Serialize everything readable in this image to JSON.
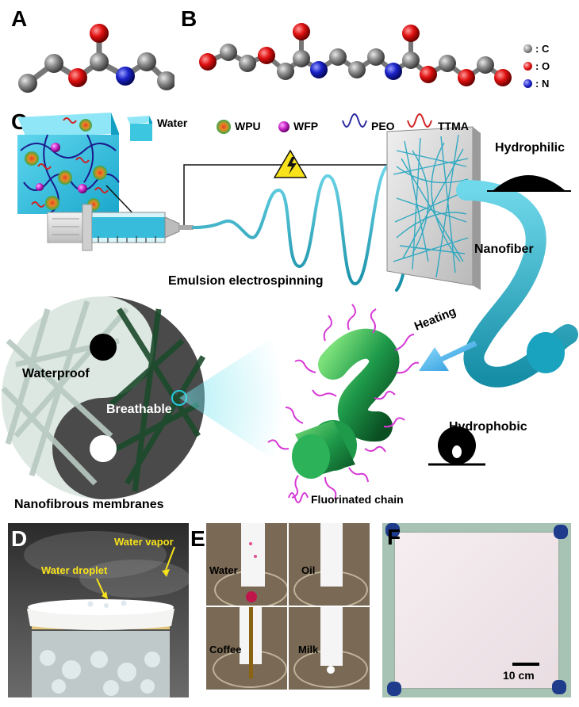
{
  "panels": {
    "A": "A",
    "B": "B",
    "C": "C",
    "D": "D",
    "E": "E",
    "F": "F"
  },
  "atom_legend": [
    {
      "symbol_label": ": C",
      "color": "#8a8a8a"
    },
    {
      "symbol_label": ": O",
      "color": "#e01010"
    },
    {
      "symbol_label": ": N",
      "color": "#1a22c8"
    }
  ],
  "component_legend": {
    "water": "Water",
    "wpu": "WPU",
    "wfp": "WFP",
    "peo": "PEO",
    "ttma": "TTMA"
  },
  "labels": {
    "hydrophilic": "Hydrophilic",
    "nanofiber": "Nanofiber",
    "emulsion_electrospinning": "Emulsion electrospinning",
    "heating": "Heating",
    "waterproof": "Waterproof",
    "breathable": "Breathable",
    "hydrophobic": "Hydrophobic",
    "nanofibrous_membranes": "Nanofibrous membranes",
    "fluorinated_chain": "Fluorinated chain"
  },
  "panel_d": {
    "water_vapor": "Water vapor",
    "water_droplet": "Water droplet"
  },
  "panel_e": {
    "cells": [
      "Water",
      "Oil",
      "Coffee",
      "Milk"
    ]
  },
  "panel_f": {
    "scale_bar": "10 cm"
  },
  "colors": {
    "carbon": "#8a8a8a",
    "oxygen": "#e01010",
    "nitrogen": "#1a22c8",
    "water_cyan": "#3cc6e0",
    "fiber_teal": "#2fb3c8",
    "fiber_green": "#1e9a4a",
    "fluoro_magenta": "#d63ad6",
    "peo_blue": "#2a2aa0",
    "ttma_red": "#d02020",
    "warning_yellow": "#f7e21b"
  }
}
